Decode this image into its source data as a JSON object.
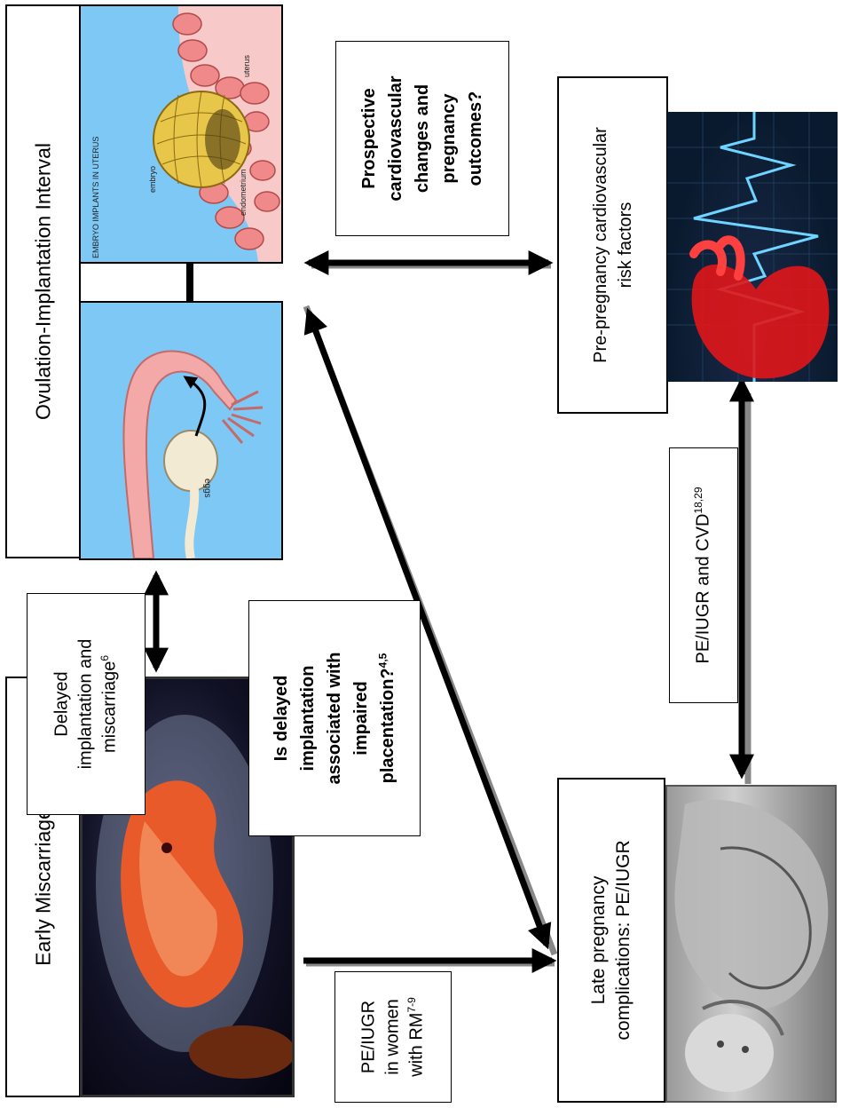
{
  "labels": {
    "ovulation_interval": "Ovulation-Implantation Interval",
    "early_miscarriage": "Early Miscarriage",
    "late_pregnancy_line1": "Late pregnancy",
    "late_pregnancy_line2": "complications: PE/IUGR",
    "prepregnancy_line1": "Pre-pregnancy cardiovascular",
    "prepregnancy_line2": "risk factors"
  },
  "links": {
    "delayed_line1": "Delayed",
    "delayed_line2": "implantation and",
    "delayed_line3": "miscarriage",
    "delayed_ref": "6",
    "question_placentation_line1": "Is delayed",
    "question_placentation_line2": "implantation",
    "question_placentation_line3": "associated with",
    "question_placentation_line4": "impaired",
    "question_placentation_line5": "placentation?",
    "question_placentation_ref": "4,5",
    "prospective_line1": "Prospective",
    "prospective_line2": "cardiovascular",
    "prospective_line3": "changes and",
    "prospective_line4": "pregnancy",
    "prospective_line5": "outcomes?",
    "pe_cvd_text": "PE/IUGR and CVD",
    "pe_cvd_ref": "18,29",
    "pe_rm_line1": "PE/IUGR",
    "pe_rm_line2": "in women",
    "pe_rm_line3": "with RM",
    "pe_rm_ref": "7-9"
  },
  "image_labels": {
    "embryo_implants": "EMBRYO IMPLANTS IN UTERUS",
    "embryo": "embryo",
    "endometrium": "endometrium",
    "uterus": "uterus",
    "eggs": "eggs"
  },
  "colors": {
    "uterus_blue": "#7ec8f5",
    "uterus_pink": "#f7c9c9",
    "tissue_pink": "#f08a8a",
    "embryo_gold": "#e8c64a",
    "heart_red": "#e0161a",
    "monitor_dark": "#0a1a2e",
    "monitor_line": "#6fd4ff"
  }
}
